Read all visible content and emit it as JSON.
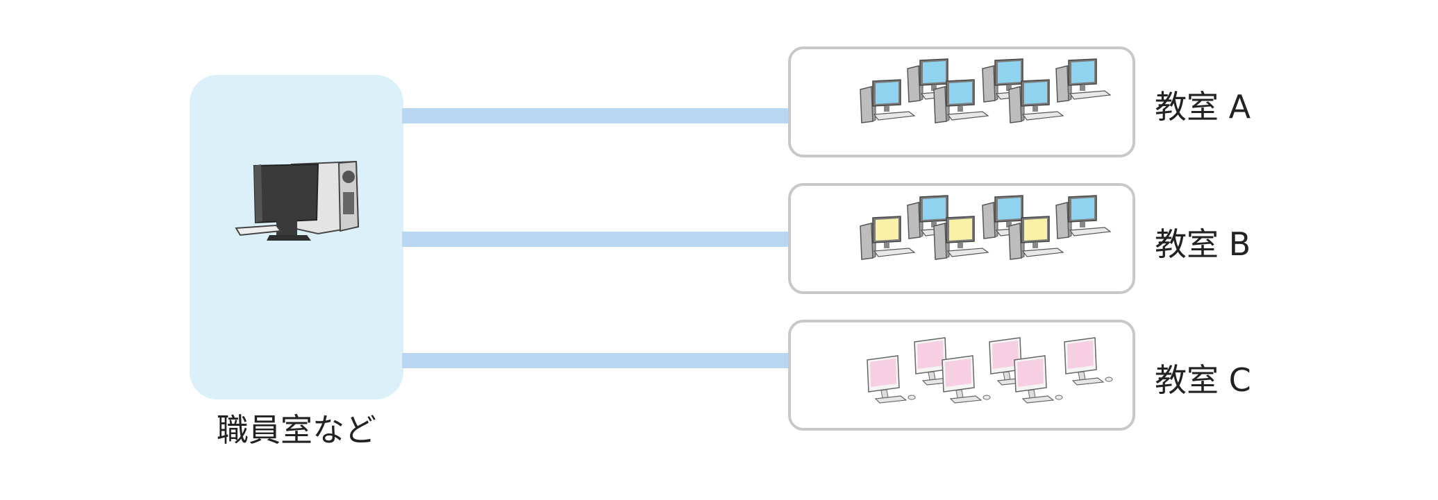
{
  "source": {
    "label": "職員室など",
    "panel_color": "#dcf0fa",
    "icon": "desktop-computer-icon"
  },
  "arrow_color": "#b8d6f2",
  "rooms": [
    {
      "label": "教室 A",
      "screen_color": "#8fd3ee",
      "pc_type": "tower-desktop",
      "count": 6
    },
    {
      "label": "教室 B",
      "screen_colors": [
        "#8fd3ee",
        "#fbf1a6"
      ],
      "pc_type": "tower-desktop",
      "count": 6
    },
    {
      "label": "教室 C",
      "screen_color": "#f6cfe3",
      "pc_type": "all-in-one",
      "count": 6
    }
  ]
}
